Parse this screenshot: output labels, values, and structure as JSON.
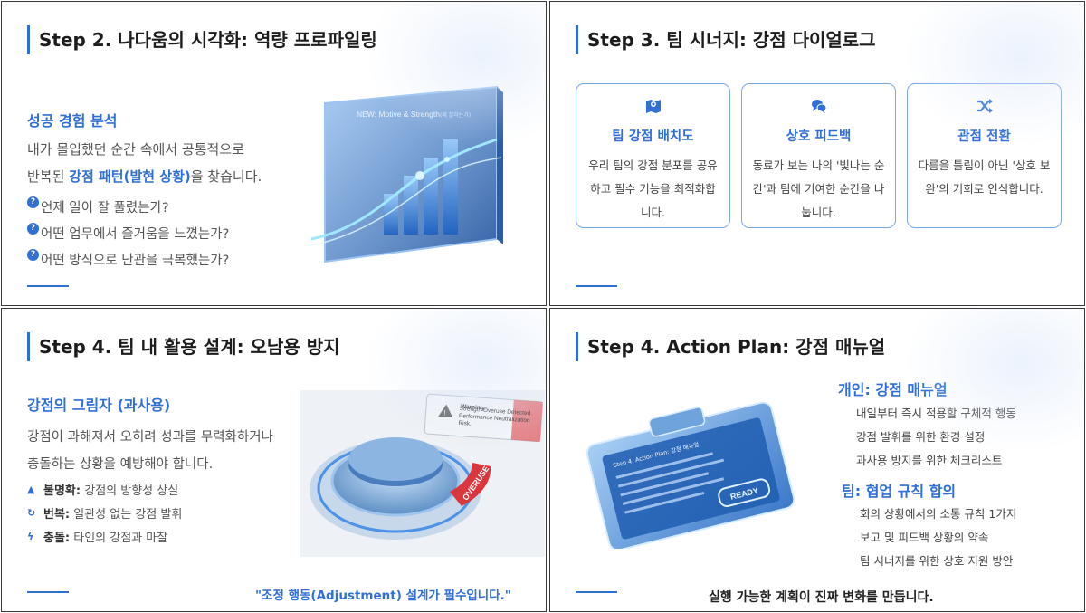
{
  "panel1": {
    "title": "Step 2. 나다움의 시각화: 역량 프로파일링",
    "subtitle": "성공 경험 분석",
    "desc_line1": "내가 몰입했던 순간 속에서 공통적으로",
    "desc_line2_pre": "반복된 ",
    "desc_line2_hi": "강점 패턴(발현 상황)",
    "desc_line2_post": "을 찾습니다.",
    "questions": [
      "언제 일이 잘 풀렸는가?",
      "어떤 업무에서 즐거움을 느꼈는가?",
      "어떤 방식으로 난관을 극복했는가?"
    ],
    "image_caption": "NEW: Motive & Strength",
    "image_caption_small": "(왜 잘하는가)"
  },
  "panel2": {
    "title": "Step 3. 팀 시너지: 강점 다이얼로그",
    "cards": [
      {
        "icon": "map-icon",
        "title": "팀 강점 배치도",
        "desc": "우리 팀의 강점 분포를 공유하고 필수 기능을 최적화합니다."
      },
      {
        "icon": "chat-bubbles-icon",
        "title": "상호 피드백",
        "desc": "동료가 보는 나의 '빛나는 순간'과 팀에 기여한 순간을 나눕니다."
      },
      {
        "icon": "shuffle-icon",
        "title": "관점 전환",
        "desc": "다름을 틀림이 아닌 '상호 보완'의 기회로 인식합니다."
      }
    ]
  },
  "panel3": {
    "title": "Step 4. 팀 내 활용 설계: 오남용 방지",
    "subtitle": "강점의 그림자 (과사용)",
    "desc_line1": "강점이 과해져서 오히려 성과를 무력화하거나",
    "desc_line2": "충돌하는 상황을 예방해야 합니다.",
    "risks": [
      {
        "icon": "warning-icon",
        "label": "불명확:",
        "desc": "강점의 방향성 상실"
      },
      {
        "icon": "refresh-icon",
        "label": "번복:",
        "desc": "일관성 없는 강점 발휘"
      },
      {
        "icon": "bolt-icon",
        "label": "충돌:",
        "desc": "타인의 강점과 마찰"
      }
    ],
    "quote": "\"조정 행동(Adjustment) 설계가 필수입니다.\"",
    "warning_title": "Warning:",
    "warning_text": "Strength Overuse Detected. Performance Neutralization Risk.",
    "overuse_label": "OVERUSE"
  },
  "panel4": {
    "title": "Step 4. Action Plan: 강점 매뉴얼",
    "personal_title": "개인: 강점 매뉴얼",
    "personal_items": [
      "내일부터 즉시 적용할 구체적 행동",
      "강점 발휘를 위한 환경 설정",
      "과사용 방지를 위한 체크리스트"
    ],
    "team_title": "팀: 협업 규칙 합의",
    "team_items": [
      "회의 상황에서의 소통 규칙 1가지",
      "보고 및 피드백 상황의 약속",
      "팀 시너지를 위한 상호 지원 방안"
    ],
    "closing": "실행 가능한 계획이 진짜 변화를 만듭니다.",
    "clipboard_title": "Step 4. Action Plan: 강점 매뉴얼",
    "clipboard_stamp": "READY"
  },
  "colors": {
    "accent": "#2f6fd6",
    "card_border": "#7aa6e6",
    "overuse": "#d9363e"
  }
}
